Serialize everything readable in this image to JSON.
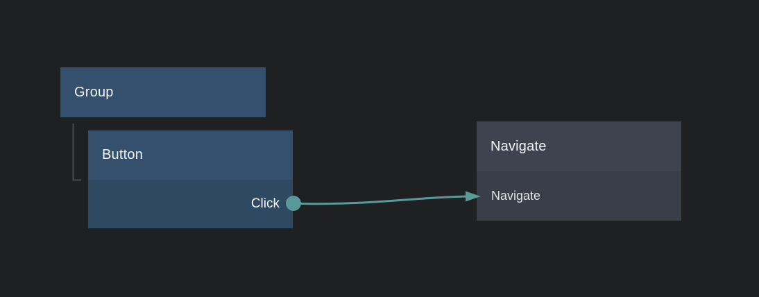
{
  "editor": {
    "background_color": "#1f2022"
  },
  "nodes": {
    "group": {
      "title": "Group",
      "color": "#35506c"
    },
    "button": {
      "title": "Button",
      "header_color": "#35506c",
      "body_color": "#2f4963",
      "output_port": {
        "label": "Click",
        "color": "#5a999a"
      }
    },
    "navigate": {
      "title": "Navigate",
      "action_label": "Navigate",
      "header_color": "#3f4350",
      "body_color": "#3a3e49"
    }
  },
  "connections": {
    "edge": {
      "from_port": "Click",
      "to_node": "Navigate",
      "color": "#5a999a"
    },
    "hierarchy": {
      "parent_node": "Group",
      "child_node": "Button",
      "color": "#4a4a4c"
    }
  }
}
